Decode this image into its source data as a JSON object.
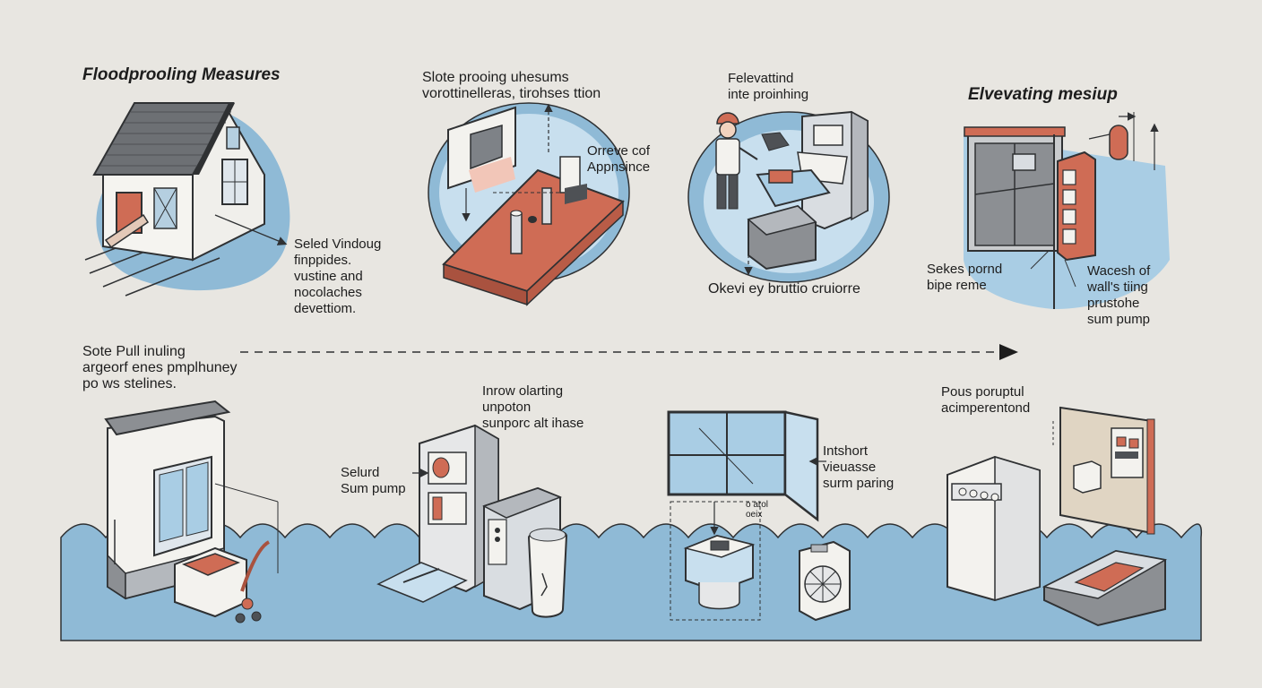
{
  "colors": {
    "background": "#e8e6e1",
    "water": "#8fbad6",
    "water_light": "#a9cde4",
    "accent_red": "#cf6c55",
    "outline": "#2f3133",
    "gray": "#8c8f93"
  },
  "top_row": [
    {
      "title": "Floodprooling Measures",
      "callout": [
        "Seled Vindoug",
        "finppides.",
        "vustine and",
        "nocolaches",
        "devettiom."
      ]
    },
    {
      "title": [
        "Slote prooing uhesums",
        "vorottinelleras, tirohses ttion"
      ],
      "callout": [
        "Orreve cof",
        "Appnsince"
      ]
    },
    {
      "title": [
        "Felevattind",
        "inte proinhing"
      ],
      "callout": [
        "Okevi ey bruttio cruiorre"
      ]
    },
    {
      "title": "Elvevating mesiup",
      "callout_left": [
        "Sekes pornd",
        "bipe reme"
      ],
      "callout_right": [
        "Wacesh of",
        "wall's tiing",
        "prustohe",
        "sum pump"
      ]
    }
  ],
  "bottom_row": {
    "intro": [
      "Sote Pull inuling",
      "argeorf enes pmplhuney",
      "po ws stelines."
    ],
    "labels": [
      {
        "lines": [
          "Inrow olarting",
          "unpoton",
          "sunporc alt ihase"
        ]
      },
      {
        "lines": [
          "Selurd",
          "Sum pump"
        ]
      },
      {
        "lines": [
          "Intshort",
          "vieuasse",
          "surm paring"
        ]
      },
      {
        "lines": [
          "o arol",
          "oeix"
        ]
      },
      {
        "lines": [
          "Pous poruptul",
          "acimperentond"
        ]
      }
    ]
  },
  "icons": [
    "house-icon",
    "flood-barrier-platform-icon",
    "worker-icon",
    "elevated-appliance-icon",
    "elevated-wall-panel-icon",
    "building-window-icon",
    "sump-basin-icon",
    "water-heater-icon",
    "appliance-cabinet-icon",
    "open-window-icon",
    "sump-pump-icon",
    "fan-unit-icon",
    "washer-icon",
    "control-panel-icon",
    "drain-pan-icon",
    "arrow-right-icon"
  ]
}
